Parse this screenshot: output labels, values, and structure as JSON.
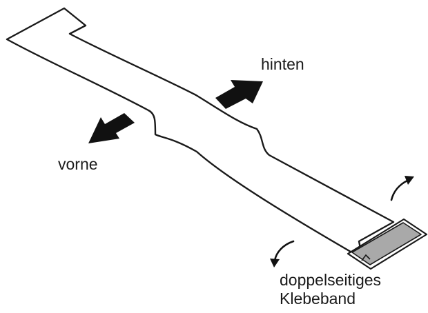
{
  "labels": {
    "back": "hinten",
    "front": "vorne",
    "tape_line1": "doppelseitiges",
    "tape_line2": "Klebeband"
  },
  "colors": {
    "outline": "#1a1a1a",
    "arrow_fill": "#111111",
    "tape_fill": "#a9a9a9",
    "background": "#ffffff"
  },
  "icons": {
    "back_arrow": "arrow-up-right-icon",
    "front_arrow": "arrow-down-left-icon",
    "rotate_up": "curved-arrow-up-icon",
    "rotate_down": "curved-arrow-down-icon"
  }
}
